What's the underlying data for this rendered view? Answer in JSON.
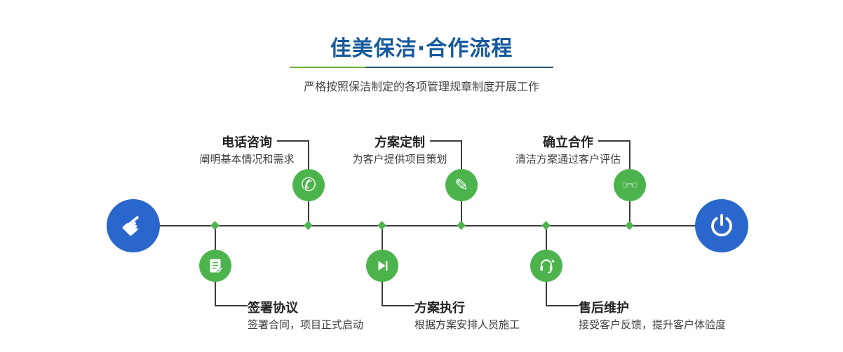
{
  "header": {
    "title": "佳美保洁·合作流程",
    "subtitle": "严格按照保洁制定的各项管理规章制度开展工作"
  },
  "colors": {
    "title_blue": "#15599c",
    "node_blue": "#2a67cd",
    "node_green": "#4db44d",
    "divider_green": "#6faf3f",
    "divider_blue": "#33586f",
    "line_dark": "#3c3c3c"
  },
  "glyphs": {
    "pointer_hand": "☛",
    "phone": "✆",
    "pencil": "✎",
    "handshake": "☞☜"
  },
  "endpoints": {
    "start_icon": "pointer-hand-icon",
    "end_icon": "power-icon"
  },
  "steps": [
    {
      "id": "phone",
      "position": "top",
      "title": "电话咨询",
      "desc": "阐明基本情况和需求",
      "icon": "phone-icon"
    },
    {
      "id": "plan",
      "position": "top",
      "title": "方案定制",
      "desc": "为客户提供项目策划",
      "icon": "pencil-icon"
    },
    {
      "id": "cooperation",
      "position": "top",
      "title": "确立合作",
      "desc": "清洁方案通过客户评估",
      "icon": "handshake-icon"
    },
    {
      "id": "sign",
      "position": "bottom",
      "title": "签署协议",
      "desc": "签署合同，项目正式启动",
      "icon": "contract-icon"
    },
    {
      "id": "execute",
      "position": "bottom",
      "title": "方案执行",
      "desc": "根据方案安排人员施工",
      "icon": "play-icon"
    },
    {
      "id": "aftersales",
      "position": "bottom",
      "title": "售后维护",
      "desc": "接受客户反馈，提升客户体验度",
      "icon": "headset-icon"
    }
  ]
}
